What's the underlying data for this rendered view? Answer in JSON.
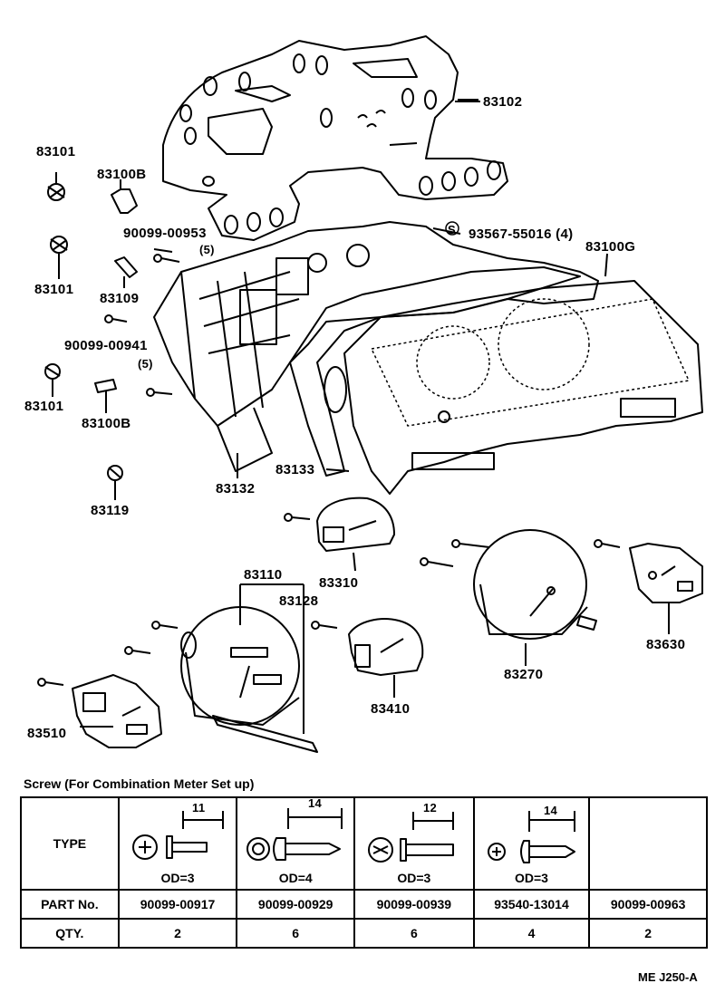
{
  "labels": {
    "p83102": "83102",
    "p83101a": "83101",
    "p83100b_top": "83100B",
    "p90099_00953": "90099-00953",
    "p90099_00953_qty": "(5)",
    "s_mark": "S",
    "p93567": "93567-55016 (4)",
    "p83100g": "83100G",
    "p83101b": "83101",
    "p83109": "83109",
    "p90099_00941": "90099-00941",
    "p90099_00941_qty": "(5)",
    "p83101c": "83101",
    "p83100b_bot": "83100B",
    "p83132": "83132",
    "p83133": "83133",
    "p83119": "83119",
    "p83310": "83310",
    "p83110": "83110",
    "p83128": "83128",
    "p83630": "83630",
    "p83270": "83270",
    "p83410": "83410",
    "p83510": "83510"
  },
  "table": {
    "title": "Screw (For Combination Meter Set up)",
    "type_label": "TYPE",
    "part_label": "PART No.",
    "qty_label": "QTY.",
    "columns": [
      {
        "dim": "11",
        "od": "OD=3",
        "part": "90099-00917",
        "qty": "2"
      },
      {
        "dim": "14",
        "od": "OD=4",
        "part": "90099-00929",
        "qty": "6"
      },
      {
        "dim": "12",
        "od": "OD=3",
        "part": "90099-00939",
        "qty": "6"
      },
      {
        "dim": "14",
        "od": "OD=3",
        "part": "93540-13014",
        "qty": "4"
      },
      {
        "dim": "",
        "od": "",
        "part": "90099-00963",
        "qty": "2"
      }
    ]
  },
  "drawing_code": "ME J250-A"
}
